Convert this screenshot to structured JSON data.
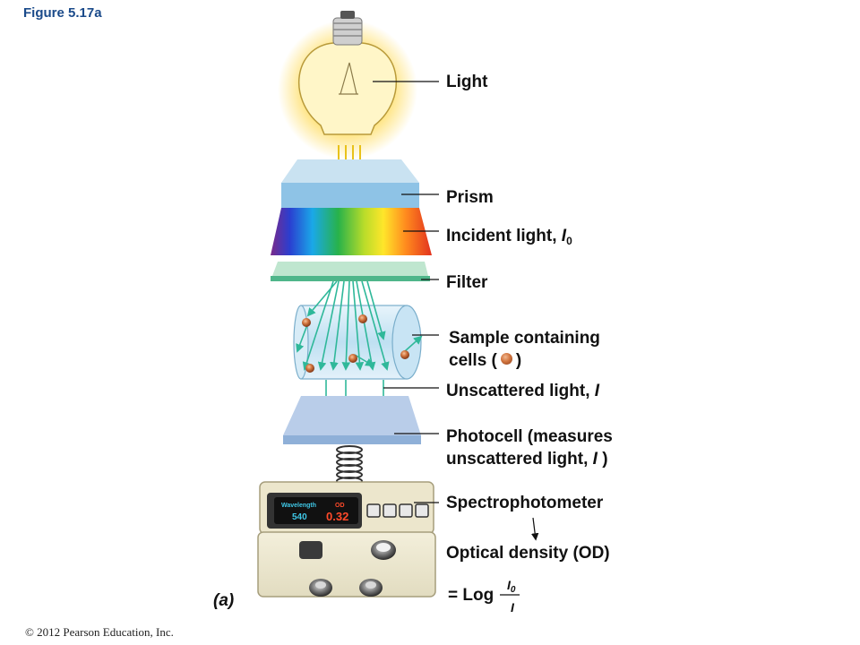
{
  "figure_label": "Figure 5.17a",
  "part_label": "(a)",
  "copyright": "© 2012 Pearson Education, Inc.",
  "labels": {
    "light": "Light",
    "prism": "Prism",
    "incident_prefix": "Incident light, ",
    "incident_var": "I",
    "incident_sub": "0",
    "filter": "Filter",
    "sample_line1": "Sample containing",
    "sample_line2_pre": "cells (",
    "sample_line2_post": ")",
    "unscattered_prefix": "Unscattered light, ",
    "unscattered_var": "I",
    "photocell_line1": "Photocell (measures",
    "photocell_line2_pre": "unscattered light, ",
    "photocell_line2_var": "I",
    "photocell_line2_post": " )",
    "spectrophotometer": "Spectrophotometer",
    "od": "Optical density (OD)",
    "log_prefix": "= Log",
    "frac_num_var": "I",
    "frac_num_sub": "0",
    "frac_den": "I"
  },
  "display": {
    "wavelength_label": "Wavelength",
    "wavelength_value": "540",
    "od_label": "OD",
    "od_value": "0.32"
  }
}
